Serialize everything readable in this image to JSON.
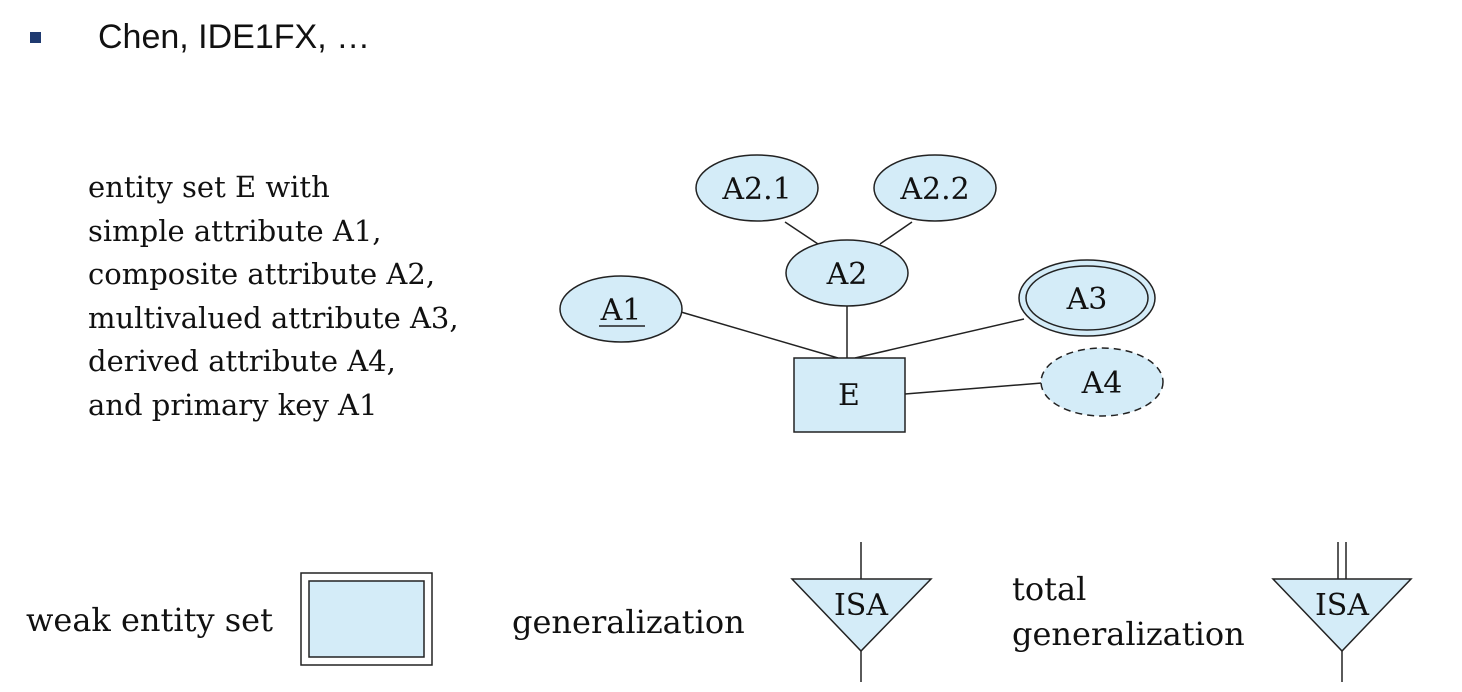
{
  "bullet": {
    "text": "Chen, IDE1FX, …"
  },
  "description": {
    "lines": [
      "entity set E with",
      "simple attribute A1,",
      "composite attribute A2,",
      "multivalued attribute A3,",
      "derived attribute A4,",
      "and primary key A1"
    ]
  },
  "diagram": {
    "entity": "E",
    "attributes": {
      "a1": "A1",
      "a2": "A2",
      "a21": "A2.1",
      "a22": "A2.2",
      "a3": "A3",
      "a4": "A4"
    },
    "fill_color": "#d4ecf8"
  },
  "legend": {
    "weak_entity_set": "weak entity set",
    "generalization": "generalization",
    "generalization_isa": "ISA",
    "total_line1": "total",
    "total_line2": "generalization",
    "total_isa": "ISA"
  }
}
